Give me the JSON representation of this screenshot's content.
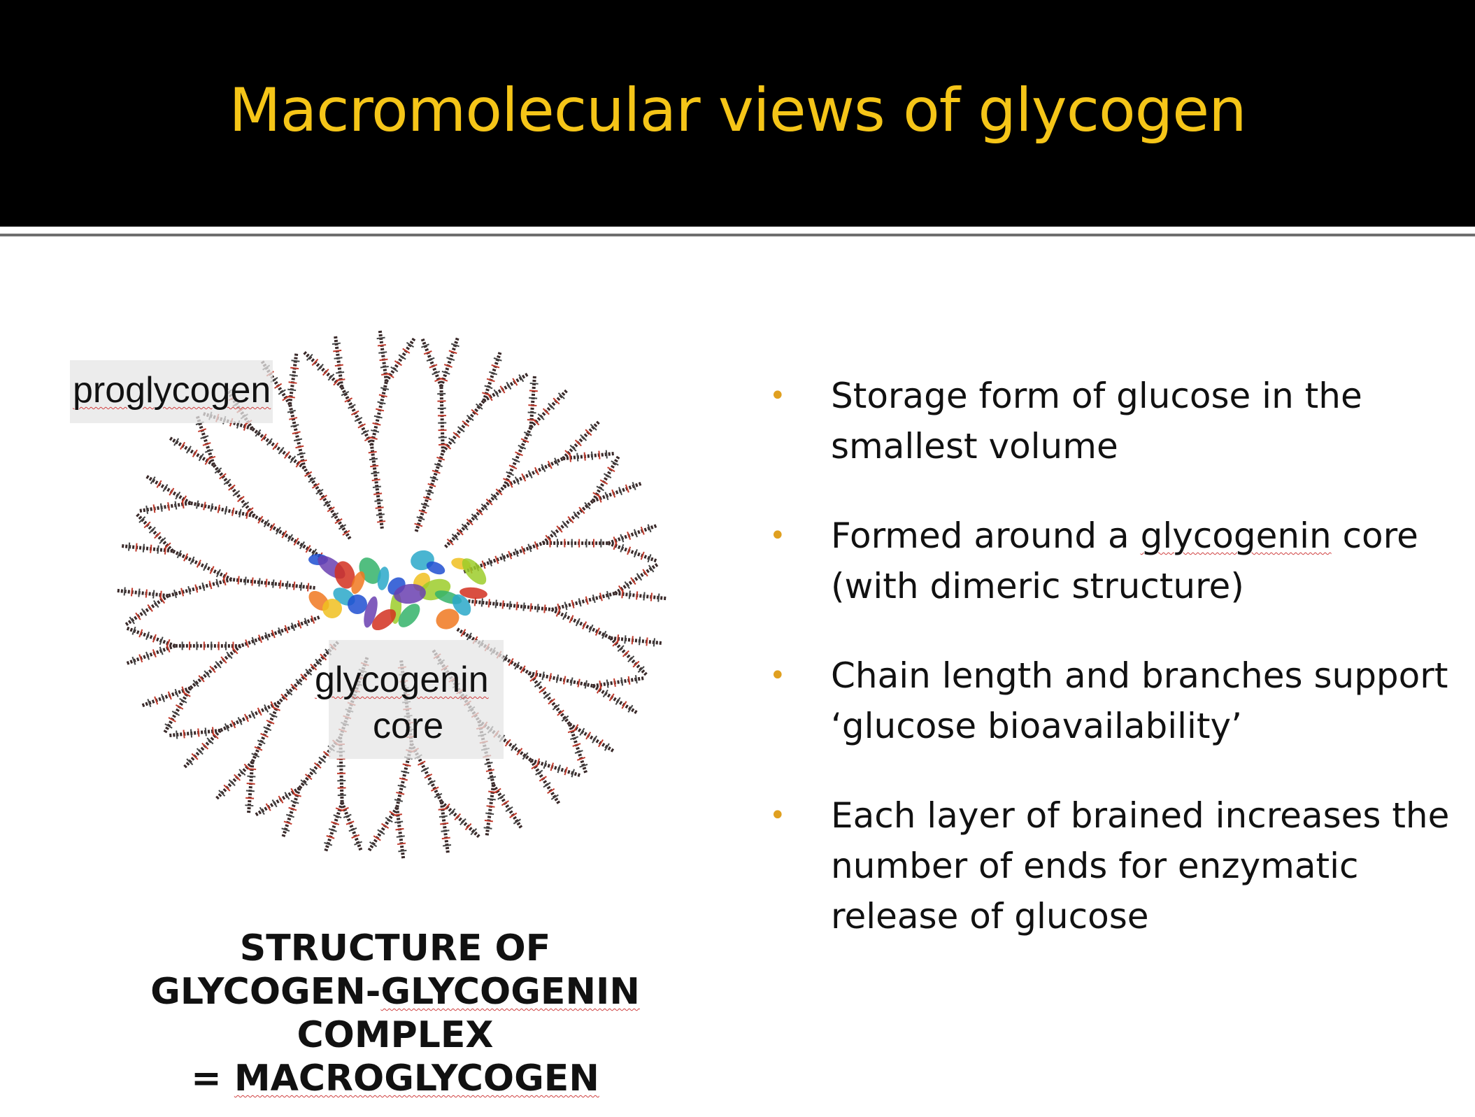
{
  "slide": {
    "title": "Macromolecular views of glycogen"
  },
  "figure": {
    "label_proglycogen": "proglycogen",
    "label_core_line1": "glycogenin",
    "label_core_line2": "core"
  },
  "caption": {
    "line1": "STRUCTURE OF",
    "line2_part1": "GLYCOGEN-",
    "line2_part2": "GLYCOGENIN",
    "line3": "COMPLEX",
    "line4_part1": "= ",
    "line4_part2": "MACROGLYCOGEN"
  },
  "bullets": [
    {
      "pre": "Storage form of glucose in the smallest volume",
      "underlined": "",
      "post": ""
    },
    {
      "pre": "Formed around a ",
      "underlined": "glycogenin",
      "post": " core (with dimeric structure)"
    },
    {
      "pre": "Chain length and branches support ‘glucose bioavailability’",
      "underlined": "",
      "post": ""
    },
    {
      "pre": "Each layer of brained increases the number of ends for enzymatic release of glucose",
      "underlined": "",
      "post": ""
    }
  ],
  "colors": {
    "title": "#f5c518",
    "bullet": "#e0a020",
    "header_bg": "#000000"
  }
}
